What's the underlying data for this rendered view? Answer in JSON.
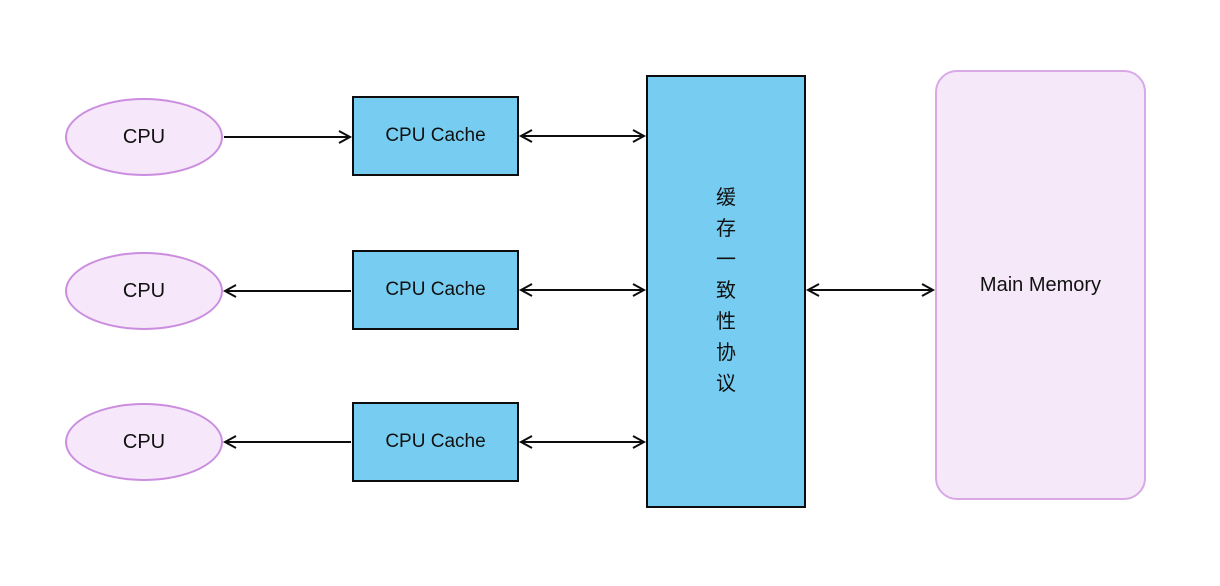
{
  "diagram": {
    "cpus": [
      {
        "label": "CPU"
      },
      {
        "label": "CPU"
      },
      {
        "label": "CPU"
      }
    ],
    "caches": [
      {
        "label": "CPU Cache"
      },
      {
        "label": "CPU Cache"
      },
      {
        "label": "CPU Cache"
      }
    ],
    "protocol": {
      "label": "缓存一致性协议",
      "chars": [
        "缓",
        "存",
        "一",
        "致",
        "性",
        "协",
        "议"
      ]
    },
    "main_memory": {
      "label": "Main Memory"
    },
    "arrows": [
      {
        "from": "cpu-1",
        "to": "cache-1",
        "direction": "right"
      },
      {
        "from": "cache-1",
        "to": "protocol",
        "direction": "both"
      },
      {
        "from": "cache-2",
        "to": "cpu-2",
        "direction": "left"
      },
      {
        "from": "cache-2",
        "to": "protocol",
        "direction": "both"
      },
      {
        "from": "cache-3",
        "to": "cpu-3",
        "direction": "left"
      },
      {
        "from": "cache-3",
        "to": "protocol",
        "direction": "both"
      },
      {
        "from": "protocol",
        "to": "main-memory",
        "direction": "both"
      }
    ],
    "colors": {
      "cpu_fill": "#f6e8fa",
      "cpu_border": "#cb8ddf",
      "cache_fill": "#76cdf1",
      "cache_border": "#0d0d0d",
      "protocol_fill": "#76cdf1",
      "protocol_border": "#0d0d0d",
      "memory_fill": "#f5e9f9",
      "memory_border": "#d9a9e7",
      "arrow": "#0d0d0d",
      "background": "#ffffff"
    }
  }
}
